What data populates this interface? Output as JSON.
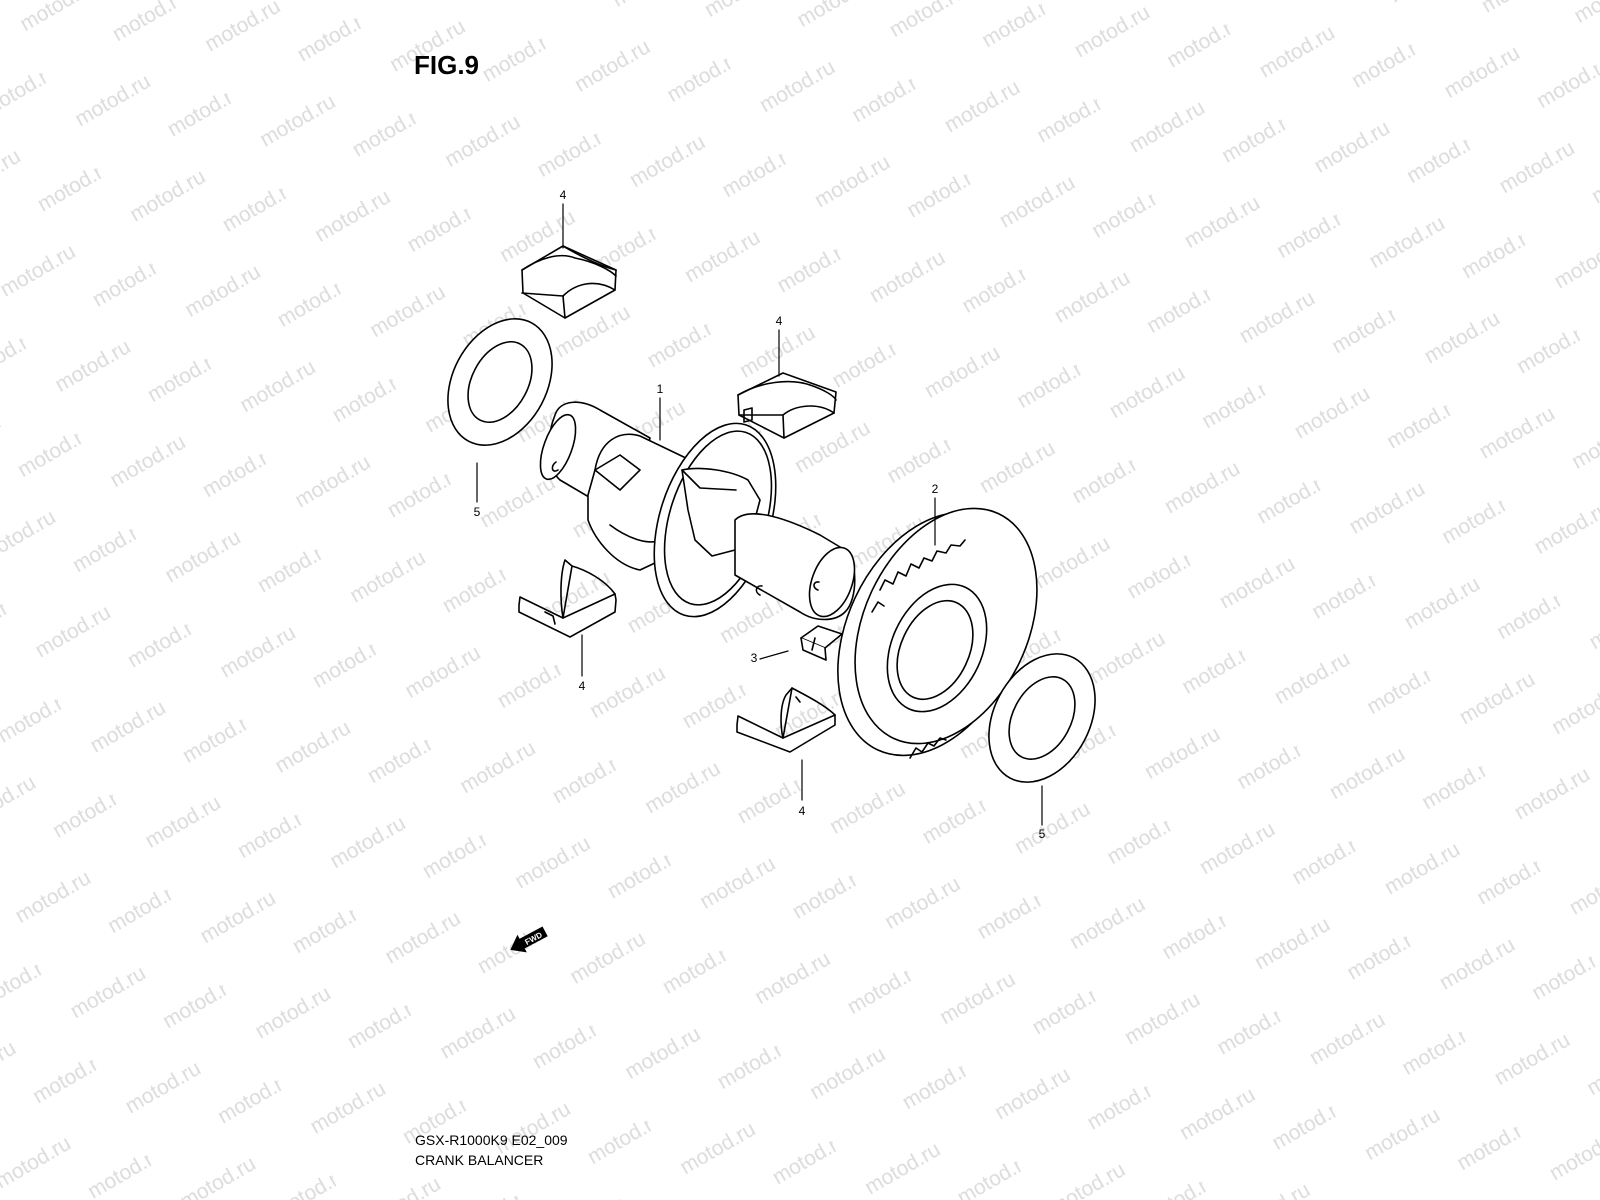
{
  "figure": {
    "title": "FIG.9",
    "code": "GSX-R1000K9 E02_009",
    "name": "CRANK BALANCER"
  },
  "watermark": {
    "text": "motod.ru",
    "color": "#dcdcdc"
  },
  "fwd_marker": {
    "label": "FWD"
  },
  "callouts": [
    {
      "id": "part-1",
      "number": "1"
    },
    {
      "id": "part-2",
      "number": "2"
    },
    {
      "id": "part-3",
      "number": "3"
    },
    {
      "id": "part-4-top-left",
      "number": "4"
    },
    {
      "id": "part-4-top-right",
      "number": "4"
    },
    {
      "id": "part-4-bottom-left",
      "number": "4"
    },
    {
      "id": "part-4-bottom-right",
      "number": "4"
    },
    {
      "id": "part-5-left",
      "number": "5"
    },
    {
      "id": "part-5-right",
      "number": "5"
    }
  ]
}
